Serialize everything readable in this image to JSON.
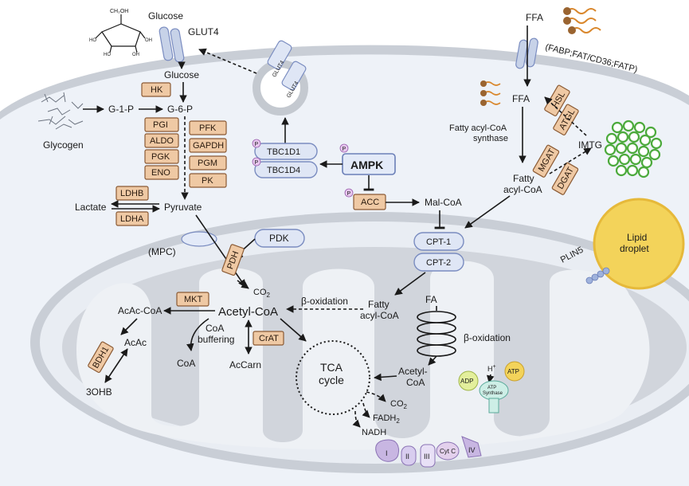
{
  "cell": {
    "glucose_outside": "Glucose",
    "glut4_label": "GLUT4",
    "glucose_inside": "Glucose",
    "vesicle_glut4_a": "GLUT4",
    "vesicle_glut4_b": "GLUT4",
    "hk": "HK",
    "g1p": "G-1-P",
    "g6p": "G-6-P",
    "glycogen": "Glycogen",
    "glycolysis_left": [
      "PGI",
      "ALDO",
      "PGK",
      "ENO"
    ],
    "glycolysis_right": [
      "PFK",
      "GAPDH",
      "PGM",
      "PK"
    ],
    "ldhb": "LDHB",
    "ldha": "LDHA",
    "lactate": "Lactate",
    "pyruvate": "Pyruvate",
    "tbc1d1": "TBC1D1",
    "tbc1d4": "TBC1D4",
    "ampk": "AMPK",
    "acc": "ACC",
    "malcoa": "Mal-CoA",
    "phospho": "P",
    "ffa_outside": "FFA",
    "transporters": "(FABP;FAT/CD36;FATP)",
    "ffa_inside": "FFA",
    "synthase_line1": "Fatty acyl-CoA",
    "synthase_line2": "synthase",
    "hsl": "HSL",
    "atgl": "ATGL",
    "imtg": "IMTG",
    "mgat": "MGAT",
    "dgat": "DGAT",
    "fac_line1": "Fatty",
    "fac_line2": "acyl-CoA",
    "lipid_line1": "Lipid",
    "lipid_line2": "droplet",
    "plin5": "PLIN5"
  },
  "mito": {
    "mpc": "(MPC)",
    "pdk": "PDK",
    "pdh": "PDH",
    "cpt1": "CPT-1",
    "cpt2": "CPT-2",
    "co2": "CO",
    "co2_sub": "2",
    "acetylcoa": "Acetyl-CoA",
    "mkt": "MKT",
    "acaccoa": "AcAc-CoA",
    "bdh1": "BDH1",
    "acac": "AcAc",
    "ohb": "3OHB",
    "coa_buf1": "CoA",
    "coa_buf2": "buffering",
    "coa": "CoA",
    "acarn": "AcCarn",
    "crat": "CrAT",
    "beta_ox_left": "β-oxidation",
    "fac_line1": "Fatty",
    "fac_line2": "acyl-CoA",
    "fa": "FA",
    "beta_ox_right": "β-oxidation",
    "acetyl_line1": "Acetyl-",
    "acetyl_line2": "CoA",
    "tca_line1": "TCA",
    "tca_line2": "cycle",
    "co2_b": "CO",
    "co2_b_sub": "2",
    "fadh": "FADH",
    "fadh_sub": "2",
    "nadh": "NADH",
    "adp": "ADP",
    "atp": "ATP",
    "hplus": "H",
    "hplus_sup": "+",
    "atp_syn1": "ATP",
    "atp_syn2": "Synthase",
    "complexes": [
      "I",
      "II",
      "III",
      "Cyt C",
      "IV"
    ]
  },
  "colors": {
    "cytoplasm": "#eef2f8",
    "membrane": "#c9ced6",
    "enzyme_fill": "#efc9a4",
    "enzyme_stroke": "#8a5a34",
    "lipid_drop": "#f3d35a",
    "imtg_green": "#4caa3c",
    "ffa_orange": "#d9872c",
    "complex_purple": "#c8b6e2"
  }
}
